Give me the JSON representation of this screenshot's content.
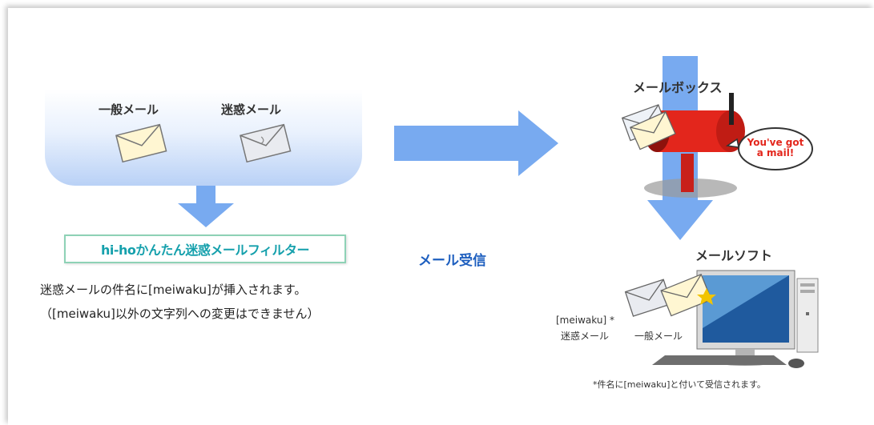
{
  "left": {
    "normal_mail_label": "一般メール",
    "spam_mail_label": "迷惑メール",
    "filter_name": "hi-hoかんたん迷惑メールフィルター",
    "desc_line1": "迷惑メールの件名に[meiwaku]が挿入されます。",
    "desc_line2": "（[meiwaku]以外の文字列への変更はできません）"
  },
  "center": {
    "receive_label": "メール受信"
  },
  "right": {
    "mailbox_label": "メールボックス",
    "bubble_line1": "You've got",
    "bubble_line2": "a mail!",
    "mailsoft_label": "メールソフト",
    "tag_label": "[meiwaku] *",
    "spam_label": "迷惑メール",
    "normal_label": "一般メール",
    "footnote": "*件名に[meiwaku]と付いて受信されます。"
  },
  "colors": {
    "arrow": "#78aaf0",
    "filter_text": "#15a0ac",
    "receive_text": "#1e5fbf",
    "mailbox_red": "#e3261c"
  },
  "icons": [
    "envelope-icon",
    "spam-envelope-icon",
    "mailbox-icon",
    "computer-icon"
  ]
}
